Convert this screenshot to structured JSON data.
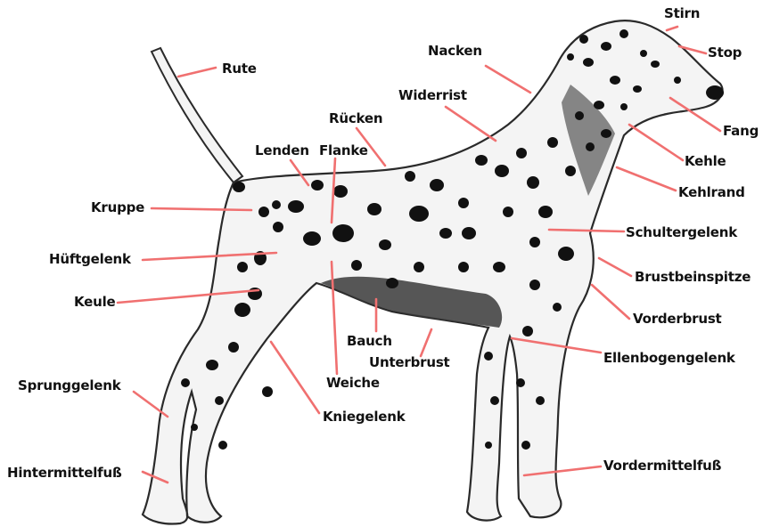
{
  "diagram": {
    "leader_color": "#f07070",
    "dog_outline_color": "#2a2a2a",
    "spot_color": "#111111",
    "labels": {
      "stirn": "Stirn",
      "stop": "Stop",
      "nacken": "Nacken",
      "rute": "Rute",
      "widerrist": "Widerrist",
      "fang": "Fang",
      "ruecken": "Rücken",
      "lenden": "Lenden",
      "flanke": "Flanke",
      "kehle": "Kehle",
      "kehlrand": "Kehlrand",
      "kruppe": "Kruppe",
      "schultergelenk": "Schultergelenk",
      "hueftgelenk": "Hüftgelenk",
      "brustbeinspitze": "Brustbeinspitze",
      "keule": "Keule",
      "vorderbrust": "Vorderbrust",
      "bauch": "Bauch",
      "ellenbogengelenk": "Ellenbogengelenk",
      "unterbrust": "Unterbrust",
      "sprunggelenk": "Sprunggelenk",
      "weiche": "Weiche",
      "kniegelenk": "Kniegelenk",
      "vordermittelfuss": "Vordermittelfuß",
      "hintermittelfuss": "Hintermittelfuß"
    }
  }
}
